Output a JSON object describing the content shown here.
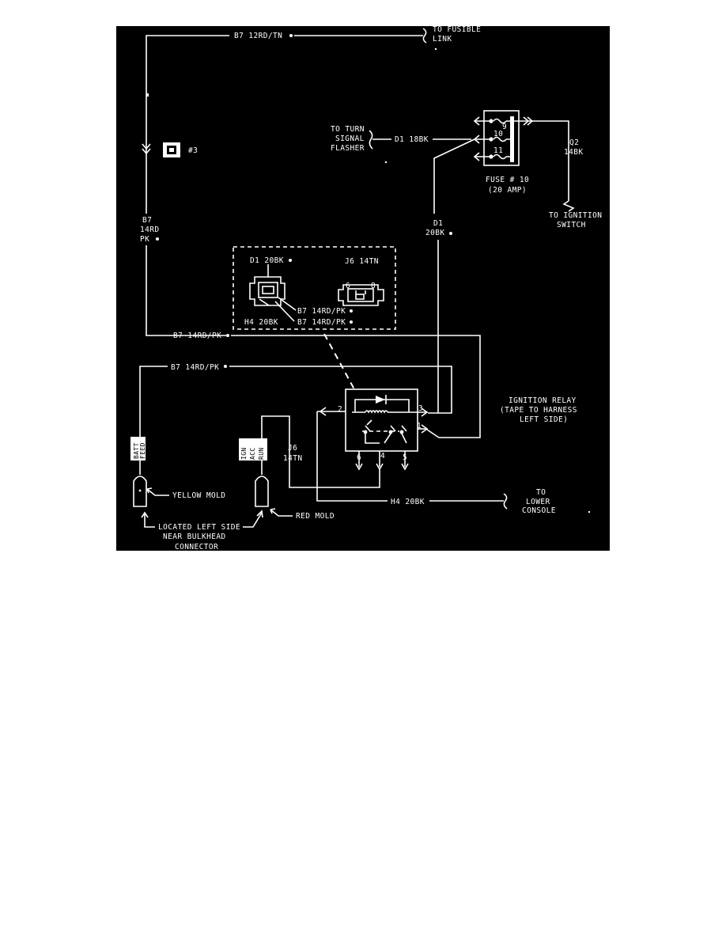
{
  "colors": {
    "background": "#000000",
    "ink": "#ffffff",
    "page": "#ffffff"
  },
  "labels": {
    "wire_top": "B7  12RD/TN",
    "to_fusible_1": "TO FUSIBLE",
    "to_fusible_2": "LINK",
    "splice_num": "#3",
    "left_wire_1": "B7",
    "left_wire_2": "14RD",
    "left_wire_3": "PK",
    "turn_1": "TO TURN",
    "turn_2": "SIGNAL",
    "turn_3": "FLASHER",
    "d1_18bk": "D1  18BK",
    "fuse_pin_9": "9",
    "fuse_pin_10": "10",
    "fuse_pin_11": "11",
    "q2_1": "Q2",
    "q2_2": "14BK",
    "fuse_1": "FUSE # 10",
    "fuse_2": "(20 AMP)",
    "ign_sw_1": "TO IGNITION",
    "ign_sw_2": "SWITCH",
    "d1_20_1": "D1",
    "d1_20_2": "20BK",
    "conn_d1": "D1  20BK",
    "conn_j6": "J6  14TN",
    "conn_pin6": "6",
    "conn_pin8": "8",
    "conn_b7_a": "B7  14RD/PK",
    "conn_h4": "H4  20BK",
    "conn_b7_b": "B7  14RD/PK",
    "mid_b7": "B7  14RD/PK",
    "low_b7": "B7  14RD/PK",
    "relay_1": "IGNITION RELAY",
    "relay_2": "(TAPE TO HARNESS",
    "relay_3": "LEFT SIDE)",
    "relay_pin2": "2",
    "relay_pin3": "3",
    "relay_pin1": "1",
    "relay_pin6": "6",
    "relay_pin4": "4",
    "relay_pin5": "5",
    "batt_1": "BATT",
    "batt_2": "FEED",
    "ign_1": "IGN",
    "ign_2": "ACC",
    "ign_3": "RUN",
    "j6_1": "J6",
    "j6_2": "14TN",
    "yellow": "YELLOW MOLD",
    "red": "RED MOLD",
    "h4": "H4  20BK",
    "lower_1": "TO",
    "lower_2": "LOWER",
    "lower_3": "CONSOLE",
    "loc_1": "LOCATED LEFT SIDE",
    "loc_2": "NEAR BULKHEAD",
    "loc_3": "CONNECTOR"
  }
}
